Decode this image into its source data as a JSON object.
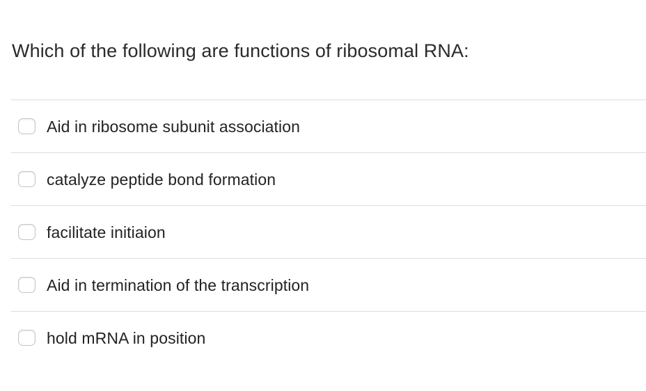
{
  "question": {
    "title": "Which of the following are functions of ribosomal RNA:",
    "type": "multiple_answer",
    "options": [
      {
        "label": "Aid in ribosome subunit association",
        "checked": false
      },
      {
        "label": "catalyze peptide bond formation",
        "checked": false
      },
      {
        "label": "facilitate initiaion",
        "checked": false
      },
      {
        "label": "Aid in termination of the transcription",
        "checked": false
      },
      {
        "label": "hold mRNA in position",
        "checked": false
      }
    ]
  },
  "colors": {
    "background": "#ffffff",
    "title_text": "#2b2b2b",
    "option_text": "#232323",
    "divider": "#dcdcdc",
    "checkbox_border": "#c4c4c4"
  }
}
